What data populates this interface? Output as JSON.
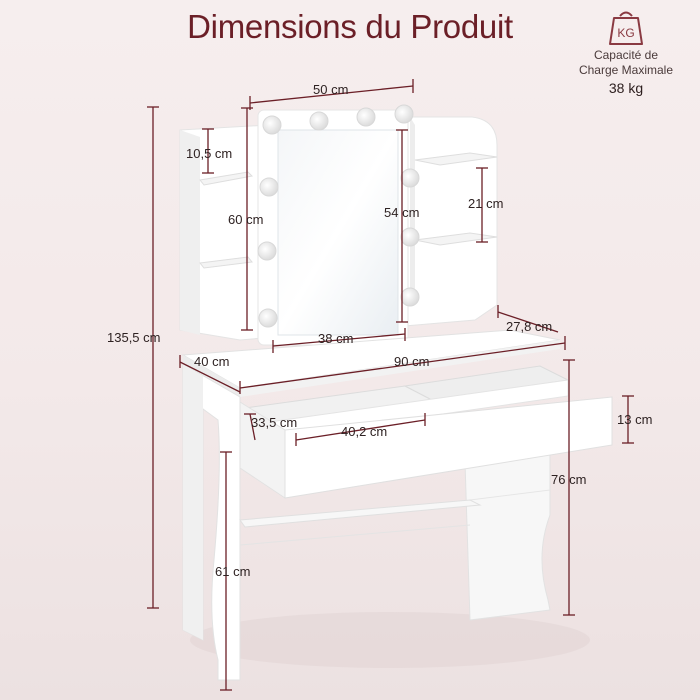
{
  "title": "Dimensions du Produit",
  "capacity": {
    "icon": "kg-weight-icon",
    "icon_text": "KG",
    "label_line1": "Capacité de",
    "label_line2": "Charge Maximale",
    "value": "38 kg"
  },
  "colors": {
    "accent": "#6b1f27",
    "background": "#f3e9e9",
    "furniture": "#ffffff"
  },
  "dimensions": {
    "mirror_width": "50 cm",
    "shelf_gap": "10,5 cm",
    "mirror_height_left": "60 cm",
    "mirror_height_inner": "54 cm",
    "shelf_spacing": "21 cm",
    "total_height": "135,5 cm",
    "mirror_bottom_width": "38 cm",
    "depth": "27,8 cm",
    "side_depth": "40 cm",
    "total_width": "90 cm",
    "drawer_depth": "33,5 cm",
    "drawer_width": "40,2 cm",
    "drawer_height": "13 cm",
    "table_height": "76 cm",
    "knee_height": "61 cm"
  }
}
